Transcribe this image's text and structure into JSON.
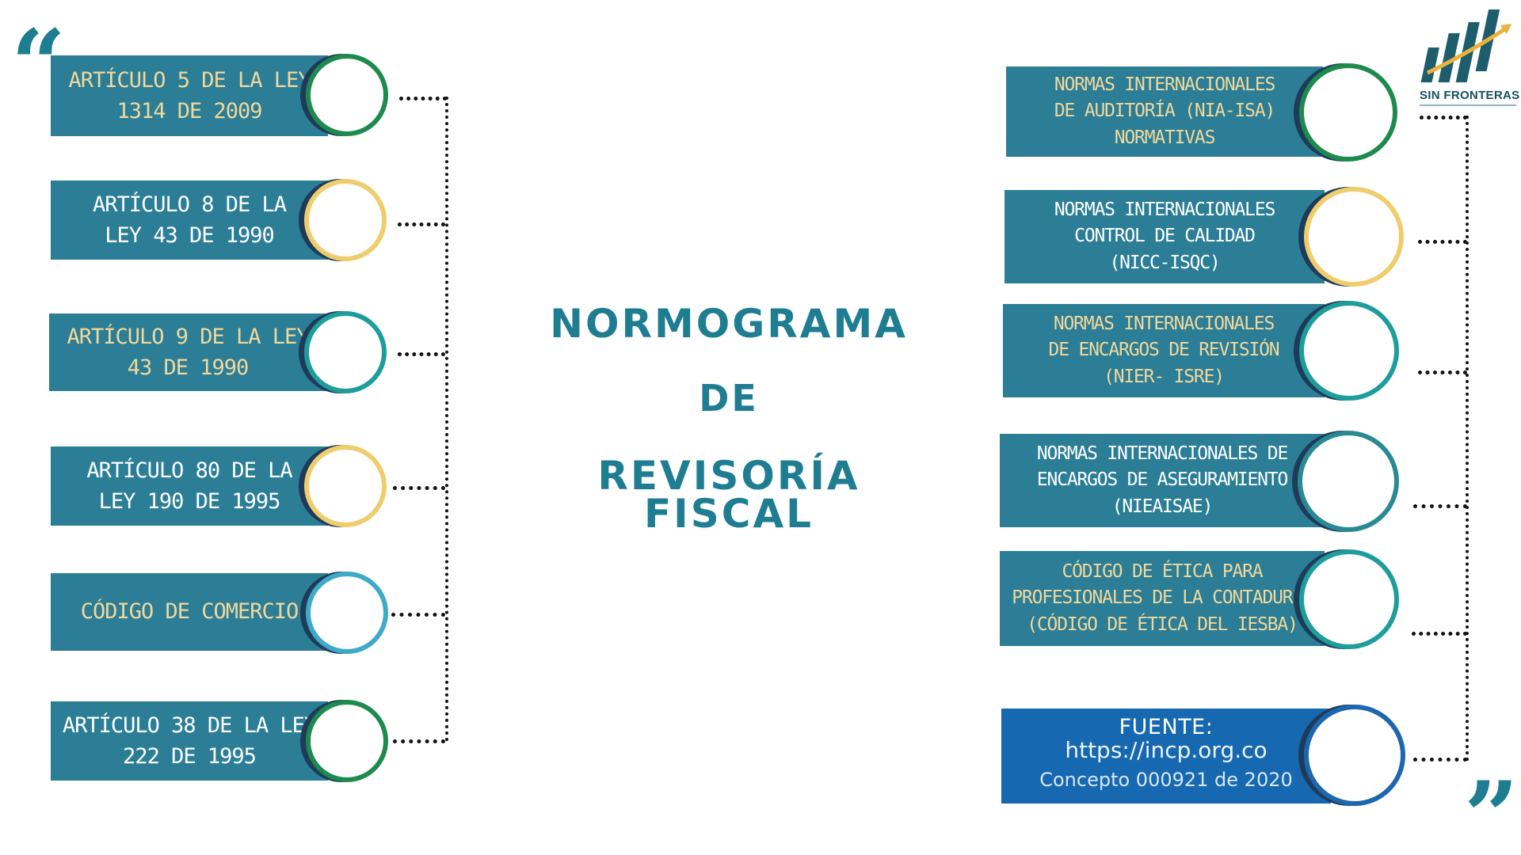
{
  "quotes": {
    "open": "“",
    "close": "”"
  },
  "logo": {
    "name": "SIN FRONTERAS"
  },
  "title": {
    "line1": "NORMOGRAMA",
    "line2": "DE",
    "line3": "REVISORÍA",
    "line4": "FISCAL"
  },
  "left_items": [
    {
      "line1": "ARTÍCULO 5 DE LA LEY",
      "line2": "1314 DE 2009"
    },
    {
      "line1": "ARTÍCULO 8 DE LA",
      "line2": "LEY 43 DE 1990"
    },
    {
      "line1": "ARTÍCULO 9 DE LA LEY",
      "line2": "43 DE 1990"
    },
    {
      "line1": "ARTÍCULO 80 DE LA",
      "line2": "LEY 190 DE 1995"
    },
    {
      "line1": "CÓDIGO DE COMERCIO"
    },
    {
      "line1": "ARTÍCULO 38 DE LA LEY",
      "line2": "222 DE 1995"
    }
  ],
  "right_items": [
    {
      "line1": "NORMAS INTERNACIONALES",
      "line2": "DE AUDITORÍA (NIA-ISA)",
      "line3": "NORMATIVAS"
    },
    {
      "line1": "NORMAS INTERNACIONALES",
      "line2": "CONTROL DE CALIDAD",
      "line3": "(NICC-ISQC)"
    },
    {
      "line1": "NORMAS INTERNACIONALES",
      "line2": "DE ENCARGOS DE REVISIÓN",
      "line3": "(NIER- ISRE)"
    },
    {
      "line1": "NORMAS INTERNACIONALES DE",
      "line2": "ENCARGOS DE ASEGURAMIENTO",
      "line3": "(NIEAISAE)"
    },
    {
      "line1": "CÓDIGO DE ÉTICA PARA",
      "line2": "PROFESIONALES DE LA CONTADURÍA",
      "line3": "(CÓDIGO DE ÉTICA DEL IESBA)"
    }
  ],
  "source": {
    "label": "FUENTE:",
    "url": "https://incp.org.co",
    "concept": "Concepto 000921 de 2020"
  },
  "colors": {
    "box": "#2b7e96",
    "source_box": "#1668b0",
    "title": "#1f7d92",
    "gold_text": "#f1d79b",
    "circle_green": "#1e8a4e",
    "circle_gold": "#f0cd6c",
    "circle_teal": "#1d9d9b",
    "circle_light_blue": "#3fa9c9",
    "circle_blue": "#1c67ad"
  }
}
